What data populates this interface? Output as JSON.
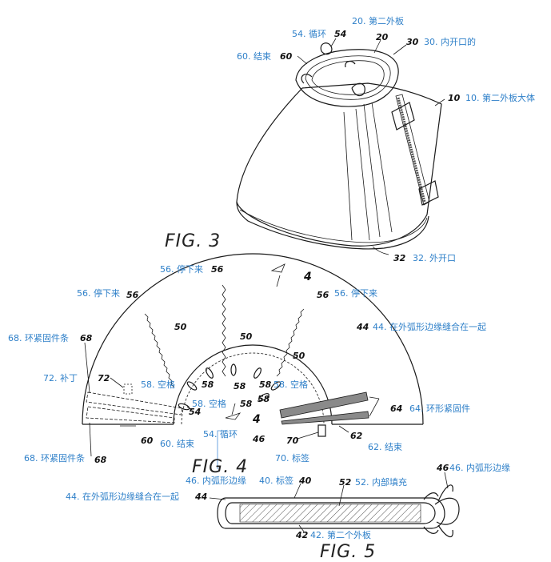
{
  "figures": {
    "fig3": {
      "title": "FIG. 3"
    },
    "fig4": {
      "title": "FIG. 4",
      "section_marker": "4"
    },
    "fig5": {
      "title": "FIG. 5"
    }
  },
  "reference_numerals": {
    "n10": "10",
    "n20": "20",
    "n30": "30",
    "n32": "32",
    "n54": "54",
    "n60": "60",
    "n56": "56",
    "n50": "50",
    "n44": "44",
    "n68": "68",
    "n72": "72",
    "n58": "58",
    "n46": "46",
    "n64": "64",
    "n62": "62",
    "n70": "70",
    "n40": "40",
    "n52": "52",
    "n42": "42"
  },
  "annotations": {
    "a20": "20. 第二外板",
    "a54": "54. 循环",
    "a30": "30. 内开口的",
    "a60": "60. 结束",
    "a10": "10. 第二外板大体",
    "a32": "32. 外开口",
    "a56": "56. 停下来",
    "a44": "44. 在外弧形边缘缝合在一起",
    "a68": "68. 环紧固件条",
    "a72": "72. 补丁",
    "a58": "58. 空格",
    "a64": "64. 环形紧固件",
    "a68b": "68. 环紧固件条",
    "a54b": "54. 循环",
    "a60b": "60. 结束",
    "a62": "62. 结束",
    "a70": "70. 标签",
    "a46": "46. 内弧形边缘",
    "a40": "40. 标签",
    "a52": "52. 内部填充",
    "a42": "42. 第二个外板"
  }
}
